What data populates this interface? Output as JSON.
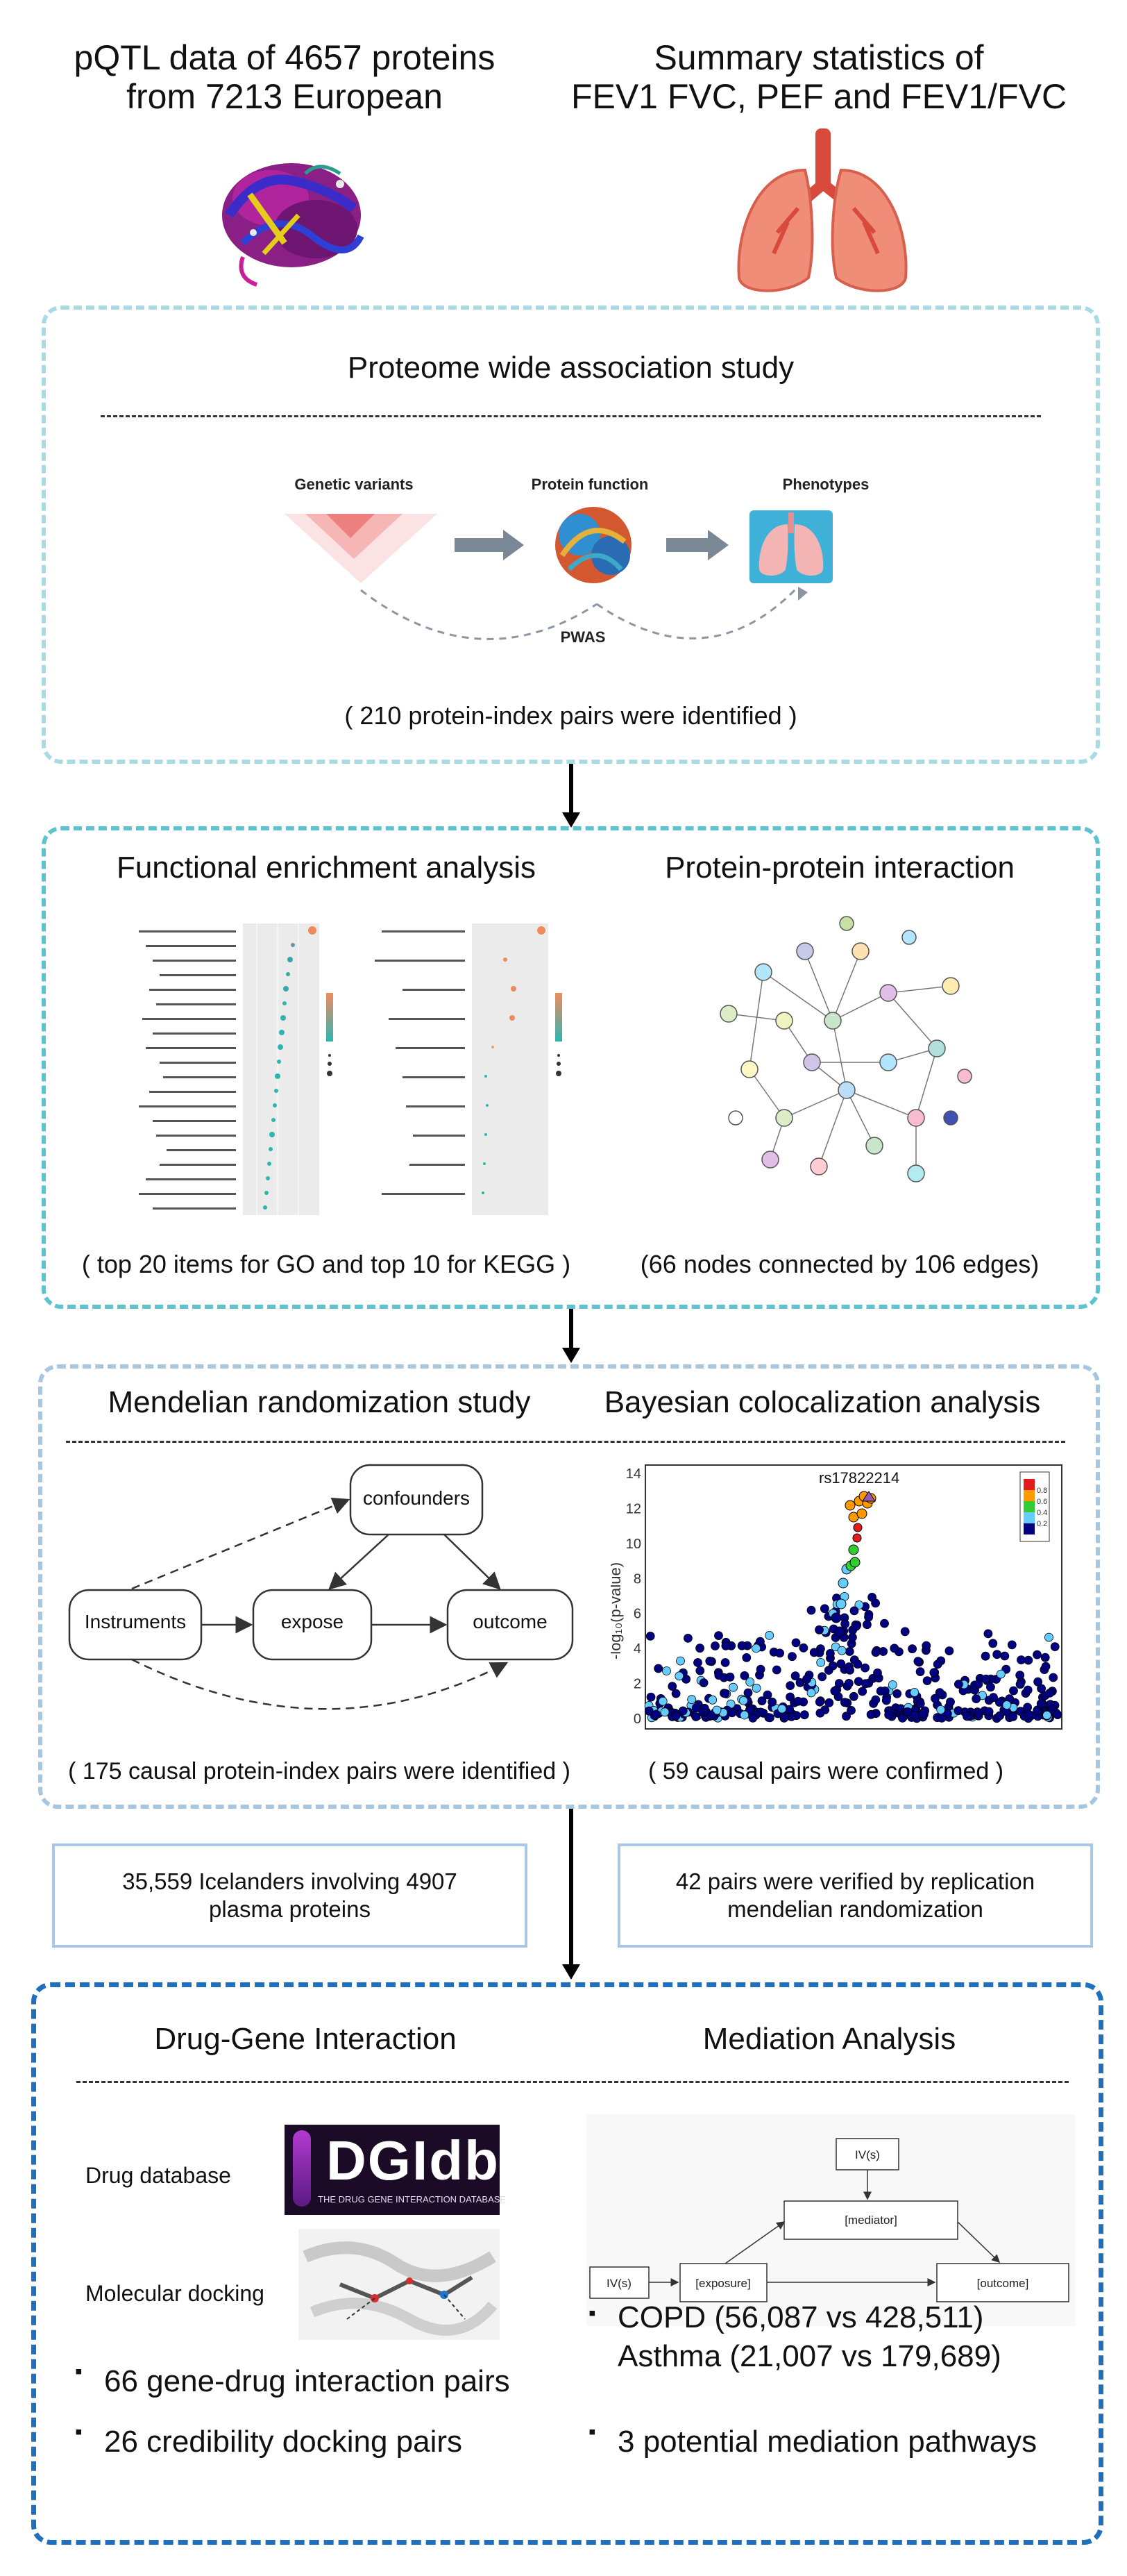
{
  "top": {
    "left_title_l1": "pQTL data of 4657 proteins",
    "left_title_l2": "from 7213  European",
    "right_title_l1": "Summary statistics of",
    "right_title_l2": "FEV1 FVC, PEF  and FEV1/FVC"
  },
  "pwas": {
    "title": "Proteome wide association study",
    "label_variants": "Genetic variants",
    "label_protein": "Protein function",
    "label_phenotypes": "Phenotypes",
    "label_pwas": "PWAS",
    "note": "( 210 protein-index pairs were identified )"
  },
  "enrichment": {
    "title_left": "Functional enrichment analysis",
    "title_right": "Protein-protein interaction",
    "note_left": "( top 20 items for GO and top 10 for KEGG )",
    "note_right": "(66 nodes connected by 106 edges)"
  },
  "mr": {
    "title_left": "Mendelian randomization study",
    "title_right": "Bayesian colocalization analysis",
    "node_confounders": "confounders",
    "node_instruments": "Instruments",
    "node_expose": "expose",
    "node_outcome": "outcome",
    "note_left": "( 175 causal protein-index pairs were identified )",
    "note_right": "( 59 causal pairs were confirmed )",
    "snp_label": "rs17822214",
    "y_axis_label": "-log₁₀(p-value)",
    "y_ticks": [
      "14",
      "12",
      "10",
      "8",
      "6",
      "4",
      "2",
      "0"
    ],
    "legend_values": [
      "0.8",
      "0.6",
      "0.4",
      "0.2"
    ],
    "legend_colors": [
      "#e41a1c",
      "#ff9900",
      "#33cc33",
      "#66ccff",
      "#000080"
    ]
  },
  "replication": {
    "left_l1": "35,559 Icelanders involving  4907",
    "left_l2": "plasma proteins",
    "right_l1": "42 pairs were verified by replication",
    "right_l2": "mendelian randomization"
  },
  "final": {
    "title_left": "Drug-Gene Interaction",
    "title_right": "Mediation Analysis",
    "label_drug_db": "Drug database",
    "label_docking": "Molecular docking",
    "dgidb_logo": "DGIdb",
    "dgidb_sub": "THE DRUG GENE INTERACTION DATABASE",
    "med_ivs_top": "IV(s)",
    "med_mediator": "[mediator]",
    "med_ivs_left": "IV(s)",
    "med_exposure": "[exposure]",
    "med_outcome": "[outcome]",
    "bullet_1": "66 gene-drug interaction pairs",
    "bullet_2": "26 credibility docking pairs",
    "bullet_3_l1": "COPD (56,087 vs 428,511)",
    "bullet_3_l2": "Asthma (21,007 vs 179,689)",
    "bullet_4": "3 potential mediation pathways"
  }
}
